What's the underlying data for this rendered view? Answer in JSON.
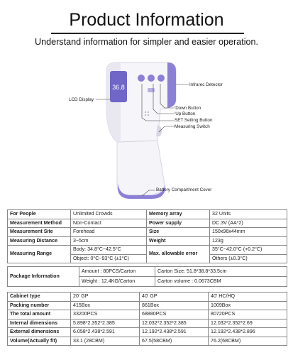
{
  "header": {
    "title": "Product Information",
    "subtitle": "Understand information for simpler and easier operation."
  },
  "device": {
    "labels": {
      "lcd_display": "LCD Display",
      "infrared_detector": "Infrarec Detector",
      "down_button": "'Down Button",
      "up_button": "'Up Button",
      "set_button": "SET Setting Button",
      "measuring_switch": "Measuring Switch",
      "battery_cover": "Battery Compartment Cover"
    },
    "screen_reading": "36.8",
    "colors": {
      "body": "#f4f3f8",
      "accent": "#8c7fd6",
      "screen": "#6f66c8"
    }
  },
  "spec_table": {
    "rows": [
      [
        "For People",
        "Unlimited Crowds",
        "Memory array",
        "32 Units"
      ],
      [
        "Measurement Method",
        "Non-Contact",
        "Power supply",
        "DC.3V (AA*2)"
      ],
      [
        "Measurement Site",
        "Forehead",
        "Size",
        "150x96x44mm"
      ],
      [
        "Measuring Distance",
        "3~5cm",
        "Weight",
        "123g"
      ]
    ],
    "range_label": "Measuring Range",
    "range_body": "Body: 34.8°C~42.5°C",
    "range_object": "Object: 0°C~93°C  (±1°C)",
    "error_label": "Max. allowable error",
    "error_value_1": "35°C~42.0°C (+0.2°C)",
    "error_value_2": "Others  (±0.3°C)"
  },
  "package": {
    "label": "Package Information",
    "amount": "Amount : 80PCS/Carton",
    "carton_size": "Carton Size:  51.8*38.8*33.5cm",
    "weight": "Weight : 12.4KG/Carton",
    "carton_volume": "Carton volume : 0.0673CBM"
  },
  "cabinet_table": {
    "rows": [
      [
        "Cabinet type",
        "20' GP",
        "40' GP",
        "40' HC/HQ"
      ],
      [
        "Packing number",
        "415Box",
        "861Box",
        "1009Box"
      ],
      [
        "The total amount",
        "33200PCS",
        "68880PCS",
        "80720PCS"
      ],
      [
        "Internal dimensions",
        "5.898*2.352*2.385",
        "12.032*2.352*2.385",
        "12.032*2.352*2.69"
      ],
      [
        "External dimensions",
        "6.058*2.438*2.591",
        "12.192*2.438*2.591",
        "12.192*2.438*2.896"
      ],
      [
        "Volume(Actually fit)",
        "33.1  (28CBM)",
        "67.5(58CBM)",
        "76.2(68CBM)"
      ]
    ]
  }
}
